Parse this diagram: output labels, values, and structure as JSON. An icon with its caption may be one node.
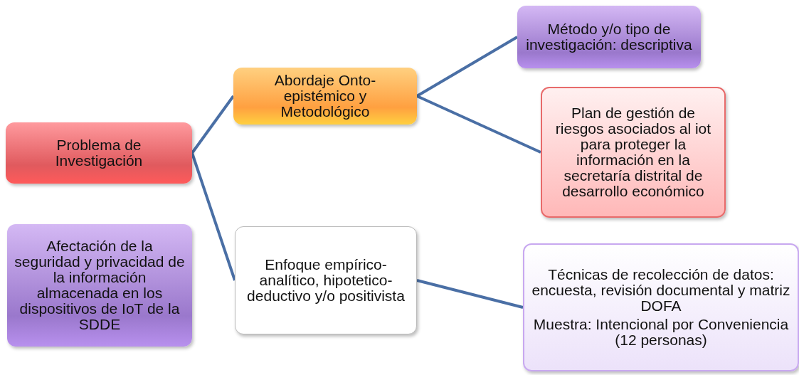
{
  "diagram": {
    "nodes": [
      {
        "text": [
          "Problema de Investigación"
        ]
      },
      {
        "text": [
          "Abordaje Onto-epistémico y Metodológico"
        ]
      },
      {
        "text": [
          "Método y/o tipo de investigación: descriptiva"
        ]
      },
      {
        "text": [
          "Plan de gestión de riesgos asociados al iot para proteger la información en la secretaría distrital de desarrollo económico"
        ]
      },
      {
        "text": [
          "Enfoque empírico-analítico, hipotetico-deductivo y/o positivista"
        ]
      },
      {
        "text": [
          "Técnicas de recolección de datos: encuesta, revisión documental y matriz DOFA",
          "Muestra: Intencional por Conveniencia (12 personas)"
        ]
      },
      {
        "text": [
          "Afectación de la seguridad y privacidad de la información almacenada en los dispositivos de IoT de la SDDE"
        ]
      }
    ],
    "edges": [
      {
        "from": 0,
        "to": 1,
        "arrow": "none"
      },
      {
        "from": 0,
        "to": 4,
        "arrow": "none"
      },
      {
        "from": 1,
        "to": 2,
        "arrow": "none"
      },
      {
        "from": 1,
        "to": 3,
        "arrow": "none"
      },
      {
        "from": 4,
        "to": 5,
        "arrow": "none"
      }
    ]
  }
}
